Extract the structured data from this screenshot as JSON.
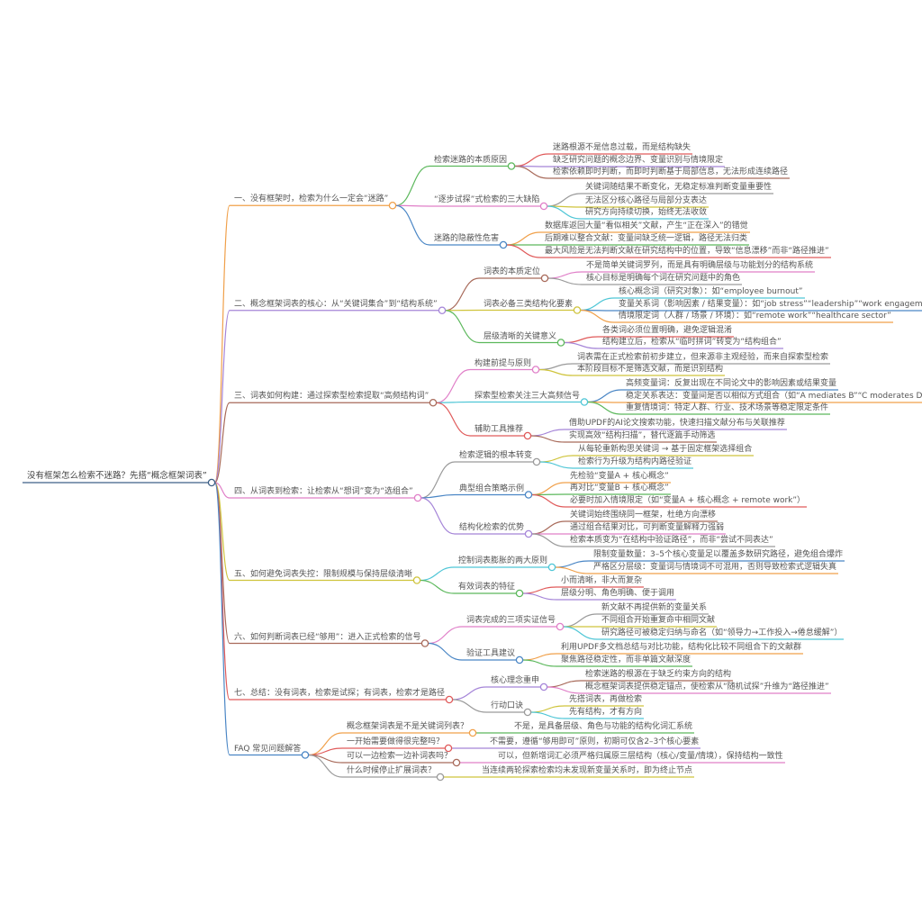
{
  "palette": {
    "red": "#e05a5a",
    "orange": "#f0a04a",
    "yellow": "#cfc43c",
    "green": "#5cb85c",
    "cyan": "#4fc6d6",
    "blue": "#4a86c5",
    "purple": "#a585d8",
    "pink": "#e07fc8",
    "brown": "#a86a5a",
    "gray": "#9a9a9a",
    "root": "#3d5f86"
  },
  "root": {
    "text": "没有框架怎么检索不迷路？先搭“概念框架词表”",
    "color": "root",
    "children": [
      {
        "text": "一、没有框架时，检索为什么一定会“迷路”",
        "color": "orange",
        "children": [
          {
            "text": "检索迷路的本质原因",
            "color": "green",
            "children": [
              {
                "text": "迷路根源不是信息过载，而是结构缺失",
                "color": "red"
              },
              {
                "text": "缺乏研究问题的概念边界、变量识别与情境限定",
                "color": "purple"
              },
              {
                "text": "检索依赖即时判断，而即时判断基于局部信息，无法形成连续路径",
                "color": "brown"
              }
            ]
          },
          {
            "text": "“逐步试探”式检索的三大缺陷",
            "color": "pink",
            "children": [
              {
                "text": "关键词随结果不断变化，无稳定标准判断变量重要性",
                "color": "gray"
              },
              {
                "text": "无法区分核心路径与局部分支表达",
                "color": "yellow"
              },
              {
                "text": "研究方向持续切换，始终无法收敛",
                "color": "cyan"
              }
            ]
          },
          {
            "text": "迷路的隐蔽性危害",
            "color": "blue",
            "children": [
              {
                "text": "数据库返回大量“看似相关”文献，产生“正在深入”的错觉",
                "color": "orange"
              },
              {
                "text": "后期难以整合文献：变量间缺乏统一逻辑，路径无法归类",
                "color": "green"
              },
              {
                "text": "最大风险是无法判断文献在研究结构中的位置，导致“信息漂移”而非“路径推进”",
                "color": "red"
              }
            ]
          }
        ]
      },
      {
        "text": "二、概念框架词表的核心：从“关键词集合”到“结构系统”",
        "color": "purple",
        "children": [
          {
            "text": "词表的本质定位",
            "color": "brown",
            "children": [
              {
                "text": "不是简单关键词罗列，而是具有明确层级与功能划分的结构系统",
                "color": "pink"
              },
              {
                "text": "核心目标是明确每个词在研究问题中的角色",
                "color": "gray"
              }
            ]
          },
          {
            "text": "词表必备三类结构化要素",
            "color": "yellow",
            "children": [
              {
                "text": "核心概念词（研究对象）：如“employee burnout”",
                "color": "cyan"
              },
              {
                "text": "变量关系词（影响因素 / 结果变量）：如“job stress”“leadership”“work engagement”",
                "color": "blue"
              },
              {
                "text": "情境限定词（人群 / 场景 / 环境）：如“remote work”“healthcare sector”",
                "color": "orange"
              }
            ]
          },
          {
            "text": "层级清晰的关键意义",
            "color": "green",
            "children": [
              {
                "text": "各类词必须位置明确，避免逻辑混淆",
                "color": "red"
              },
              {
                "text": "结构建立后，检索从“临时拼词”转变为“结构组合”",
                "color": "purple"
              }
            ]
          }
        ]
      },
      {
        "text": "三、词表如何构建：通过探索型检索提取“高频结构词”",
        "color": "brown",
        "children": [
          {
            "text": "构建前提与原则",
            "color": "pink",
            "children": [
              {
                "text": "词表需在正式检索前初步建立，但来源非主观经验，而来自探索型检索",
                "color": "gray"
              },
              {
                "text": "本阶段目标不是筛选文献，而是识别结构",
                "color": "yellow"
              }
            ]
          },
          {
            "text": "探索型检索关注三大高频信号",
            "color": "cyan",
            "children": [
              {
                "text": "高频变量词：反复出现在不同论文中的影响因素或结果变量",
                "color": "blue"
              },
              {
                "text": "稳定关系表达：变量间是否以相似方式组合（如“A mediates B”“C moderates D”）",
                "color": "orange"
              },
              {
                "text": "重复情境词：特定人群、行业、技术场景等稳定限定条件",
                "color": "green"
              }
            ]
          },
          {
            "text": "辅助工具推荐",
            "color": "red",
            "children": [
              {
                "text": "借助UPDF的AI论文搜索功能，快速扫描文献分布与关联推荐",
                "color": "purple"
              },
              {
                "text": "实现高效“结构扫描”，替代逐篇手动筛选",
                "color": "brown"
              }
            ]
          }
        ]
      },
      {
        "text": "四、从词表到检索：让检索从“想词”变为“选组合”",
        "color": "pink",
        "children": [
          {
            "text": "检索逻辑的根本转变",
            "color": "gray",
            "children": [
              {
                "text": "从每轮重新构思关键词 → 基于固定框架选择组合",
                "color": "yellow"
              },
              {
                "text": "检索行为升级为结构内路径验证",
                "color": "cyan"
              }
            ]
          },
          {
            "text": "典型组合策略示例",
            "color": "blue",
            "children": [
              {
                "text": "先检验“变量A + 核心概念”",
                "color": "orange"
              },
              {
                "text": "再对比“变量B + 核心概念”",
                "color": "green"
              },
              {
                "text": "必要时加入情境限定（如“变量A + 核心概念 + remote work”）",
                "color": "red"
              }
            ]
          },
          {
            "text": "结构化检索的优势",
            "color": "purple",
            "children": [
              {
                "text": "关键词始终围绕同一框架，杜绝方向漂移",
                "color": "brown"
              },
              {
                "text": "通过组合结果对比，可判断变量解释力强弱",
                "color": "pink"
              },
              {
                "text": "检索本质变为“在结构中验证路径”，而非“尝试不同表达”",
                "color": "gray"
              }
            ]
          }
        ]
      },
      {
        "text": "五、如何避免词表失控：限制规模与保持层级清晰",
        "color": "yellow",
        "children": [
          {
            "text": "控制词表膨胀的两大原则",
            "color": "cyan",
            "children": [
              {
                "text": "限制变量数量：3–5个核心变量足以覆盖多数研究路径，避免组合爆炸",
                "color": "blue"
              },
              {
                "text": "严格区分层级：变量词与情境词不可混用，否则导致检索式逻辑失真",
                "color": "orange"
              }
            ]
          },
          {
            "text": "有效词表的特征",
            "color": "green",
            "children": [
              {
                "text": "小而清晰，非大而复杂",
                "color": "red"
              },
              {
                "text": "层级分明、角色明确、便于调用",
                "color": "purple"
              }
            ]
          }
        ]
      },
      {
        "text": "六、如何判断词表已经“够用”：进入正式检索的信号",
        "color": "brown",
        "children": [
          {
            "text": "词表完成的三项实证信号",
            "color": "pink",
            "children": [
              {
                "text": "新文献不再提供新的变量关系",
                "color": "gray"
              },
              {
                "text": "不同组合开始重复命中相同文献",
                "color": "yellow"
              },
              {
                "text": "研究路径可被稳定归纳与命名（如“领导力→工作投入→倦怠缓解”）",
                "color": "cyan"
              }
            ]
          },
          {
            "text": "验证工具建议",
            "color": "blue",
            "children": [
              {
                "text": "利用UPDF多文档总结与对比功能，结构化比较不同组合下的文献群",
                "color": "orange"
              },
              {
                "text": "聚焦路径稳定性，而非单篇文献深度",
                "color": "green"
              }
            ]
          }
        ]
      },
      {
        "text": "七、总结：没有词表，检索是试探；有词表，检索才是路径",
        "color": "red",
        "children": [
          {
            "text": "核心理念重申",
            "color": "purple",
            "children": [
              {
                "text": "检索迷路的根源在于缺乏约束方向的结构",
                "color": "brown"
              },
              {
                "text": "概念框架词表提供稳定锚点，使检索从“随机试探”升维为“路径推进”",
                "color": "pink"
              }
            ]
          },
          {
            "text": "行动口诀",
            "color": "gray",
            "children": [
              {
                "text": "先搭词表，再做检索",
                "color": "yellow"
              },
              {
                "text": "先有结构，才有方向",
                "color": "cyan"
              }
            ]
          }
        ]
      },
      {
        "text": "FAQ 常见问题解答",
        "color": "blue",
        "children": [
          {
            "text": "概念框架词表是不是关键词列表？",
            "color": "orange",
            "children": [
              {
                "text": "不是，是具备层级、角色与功能的结构化词汇系统",
                "color": "green"
              }
            ]
          },
          {
            "text": "一开始需要做得很完整吗？",
            "color": "red",
            "children": [
              {
                "text": "不需要，遵循“够用即可”原则，初期可仅含2–3个核心要素",
                "color": "purple"
              }
            ]
          },
          {
            "text": "可以一边检索一边补词表吗？",
            "color": "brown",
            "children": [
              {
                "text": "可以，但新增词汇必须严格归属原三层结构（核心/变量/情境），保持结构一致性",
                "color": "pink"
              }
            ]
          },
          {
            "text": "什么时候停止扩展词表？",
            "color": "gray",
            "children": [
              {
                "text": "当连续两轮探索检索均未发现新变量关系时，即为终止节点",
                "color": "yellow"
              }
            ]
          }
        ]
      }
    ]
  }
}
